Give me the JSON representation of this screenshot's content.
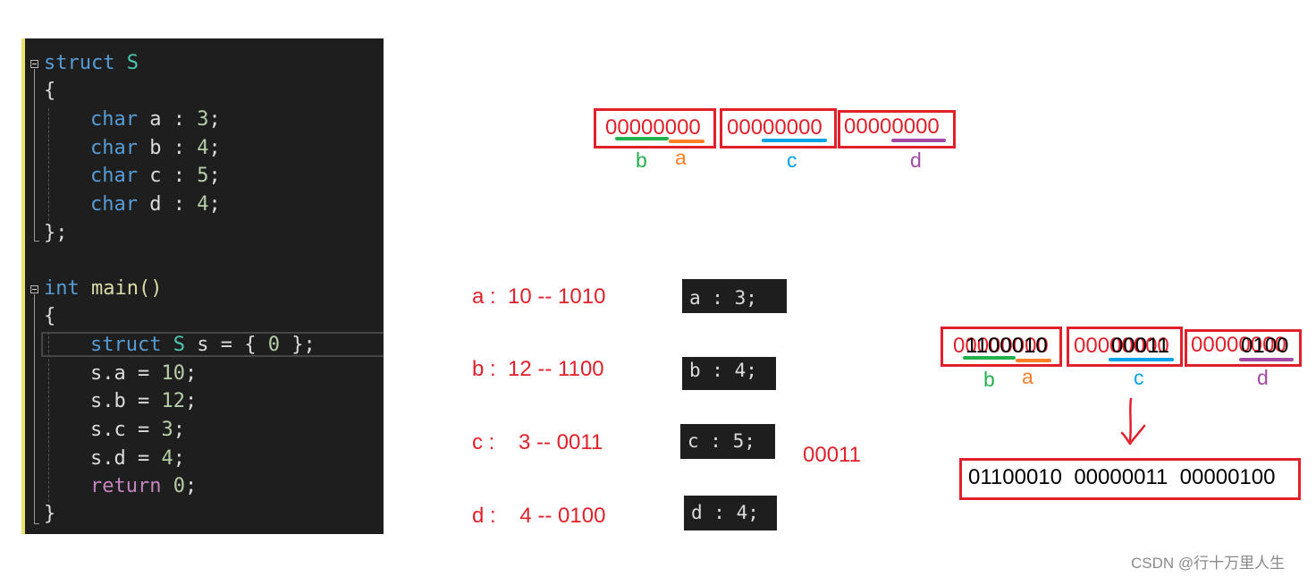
{
  "code": {
    "struct_kw": "struct",
    "struct_name": "S",
    "open_brace": "{",
    "fields": [
      {
        "type": "char",
        "name": "a",
        "bits": "3"
      },
      {
        "type": "char",
        "name": "b",
        "bits": "4"
      },
      {
        "type": "char",
        "name": "c",
        "bits": "5"
      },
      {
        "type": "char",
        "name": "d",
        "bits": "4"
      }
    ],
    "close_brace": "};",
    "main_ret_type": "int",
    "main_name": "main()",
    "main_open": "{",
    "init_line": {
      "kw": "struct",
      "type": "S",
      "rest": " s = { ",
      "zero": "0",
      "end": " };"
    },
    "assigns": [
      {
        "lhs": "s.a = ",
        "val": "10",
        "end": ";"
      },
      {
        "lhs": "s.b = ",
        "val": "12",
        "end": ";"
      },
      {
        "lhs": "s.c = ",
        "val": "3",
        "end": ";"
      },
      {
        "lhs": "s.d = ",
        "val": "4",
        "end": ";"
      }
    ],
    "return_kw": "return",
    "return_val": "0",
    "return_end": ";",
    "main_close": "}"
  },
  "top_bytes": {
    "bytes": [
      "00000000",
      "00000000",
      "00000000"
    ],
    "labels": [
      "b",
      "a",
      "c",
      "d"
    ]
  },
  "conversions": [
    "a :  10 -- 1010",
    "b :  12 -- 1100",
    "c :    3 -- 0011",
    "d :    4 -- 0100"
  ],
  "snippets": [
    "a : 3;",
    "b : 4;",
    "c : 5;",
    "d : 4;"
  ],
  "c_bits_note": "00011",
  "filled_bytes": {
    "byte1_red": "00000000",
    "byte1_black": "1100010",
    "byte2_red": "00000000",
    "byte2_black": "00011",
    "byte3_red": "00000000",
    "byte3_black": "0100",
    "labels": [
      "b",
      "a",
      "c",
      "d"
    ]
  },
  "result": "01100010  00000011  00000100",
  "watermark": "CSDN @行十万里人生",
  "colors": {
    "red": "#e0212b",
    "green": "#22b14c",
    "orange": "#ff7f27",
    "blue": "#00a2e8",
    "purple": "#a349a4"
  }
}
